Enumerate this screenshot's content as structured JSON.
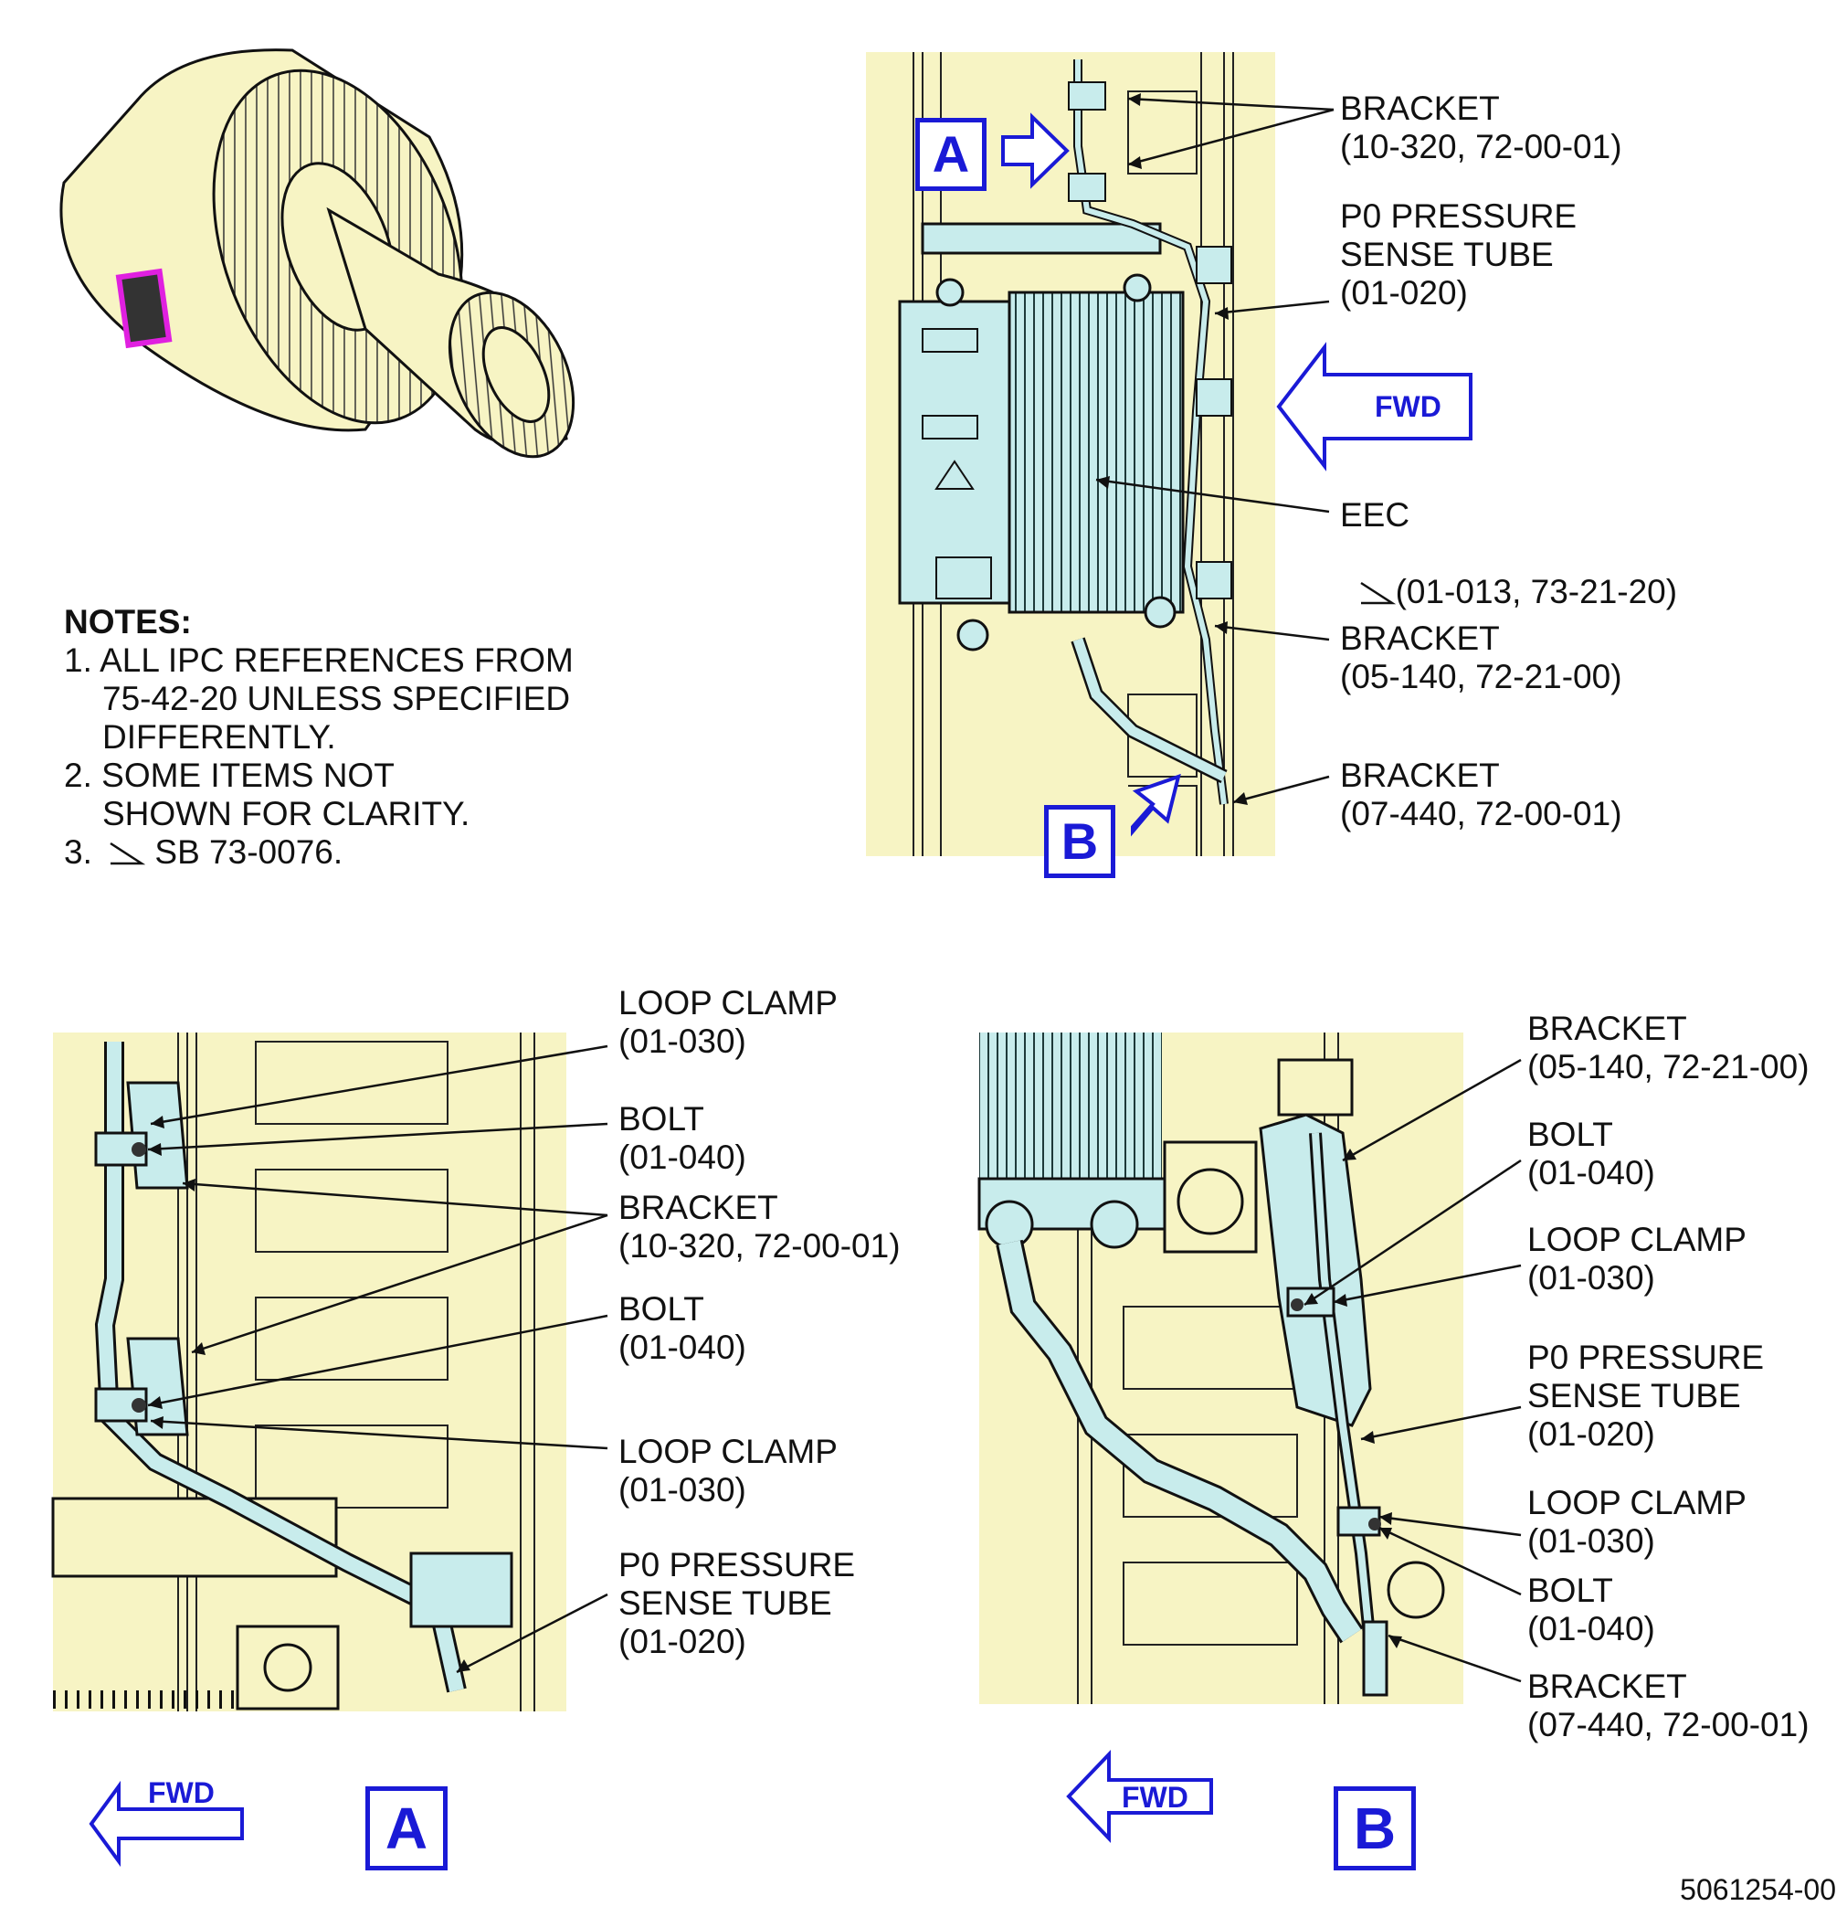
{
  "colors": {
    "panel": "#f7f4c4",
    "callout": "#1a1ad6",
    "part": "#c8ecec",
    "line": "#111111",
    "highlight": "#e020e0"
  },
  "notes": {
    "heading": "NOTES:",
    "items": [
      "1. ALL IPC REFERENCES FROM\n75-42-20 UNLESS SPECIFIED\nDIFFERENTLY.",
      "2. SOME ITEMS NOT\nSHOWN FOR CLARITY."
    ],
    "item3_prefix": "3.",
    "item3_text": " SB 73-0076."
  },
  "main_view": {
    "labels": {
      "bracket_top": "BRACKET\n(10-320, 72-00-01)",
      "p0_tube": "P0 PRESSURE\nSENSE TUBE\n(01-020)",
      "eec_title": "EEC",
      "eec_ref": "(01-013, 73-21-20)",
      "bracket_mid": "BRACKET\n(05-140, 72-21-00)",
      "bracket_low": "BRACKET\n(07-440, 72-00-01)"
    },
    "callout_a": "A",
    "callout_b": "B",
    "fwd": "FWD"
  },
  "detail_a": {
    "labels": {
      "loop_clamp_1": "LOOP CLAMP\n(01-030)",
      "bolt_1": "BOLT\n(01-040)",
      "bracket": "BRACKET\n(10-320, 72-00-01)",
      "bolt_2": "BOLT\n(01-040)",
      "loop_clamp_2": "LOOP CLAMP\n(01-030)",
      "p0_tube": "P0 PRESSURE\nSENSE TUBE\n(01-020)"
    },
    "fwd": "FWD",
    "view_letter": "A"
  },
  "detail_b": {
    "labels": {
      "bracket_top": "BRACKET\n(05-140, 72-21-00)",
      "bolt_1": "BOLT\n(01-040)",
      "loop_clamp_1": "LOOP CLAMP\n(01-030)",
      "p0_tube": "P0 PRESSURE\nSENSE TUBE\n(01-020)",
      "loop_clamp_2": "LOOP CLAMP\n(01-030)",
      "bolt_2": "BOLT\n(01-040)",
      "bracket_low": "BRACKET\n(07-440, 72-00-01)"
    },
    "fwd": "FWD",
    "view_letter": "B"
  },
  "doc_number": "5061254-00"
}
